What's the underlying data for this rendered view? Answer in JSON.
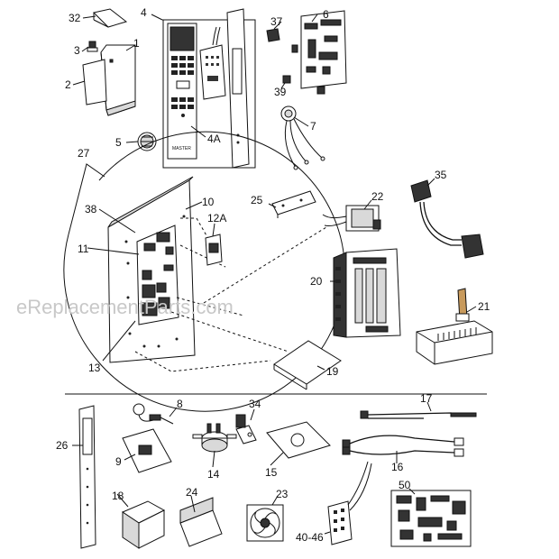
{
  "watermark": "eReplacementParts.com",
  "callouts": {
    "c1": "1",
    "c2": "2",
    "c3": "3",
    "c4": "4",
    "c4a": "4A",
    "c5": "5",
    "c6": "6",
    "c7": "7",
    "c8": "8",
    "c9": "9",
    "c10": "10",
    "c11": "11",
    "c12a": "12A",
    "c13": "13",
    "c14": "14",
    "c15": "15",
    "c16": "16",
    "c17": "17",
    "c18": "18",
    "c19": "19",
    "c20": "20",
    "c21": "21",
    "c22": "22",
    "c23": "23",
    "c24": "24",
    "c25": "25",
    "c26": "26",
    "c27": "27",
    "c32": "32",
    "c34": "34",
    "c35": "35",
    "c37": "37",
    "c38": "38",
    "c39": "39",
    "c40_46": "40-46",
    "c50": "50"
  },
  "panel_text": "MASTER"
}
